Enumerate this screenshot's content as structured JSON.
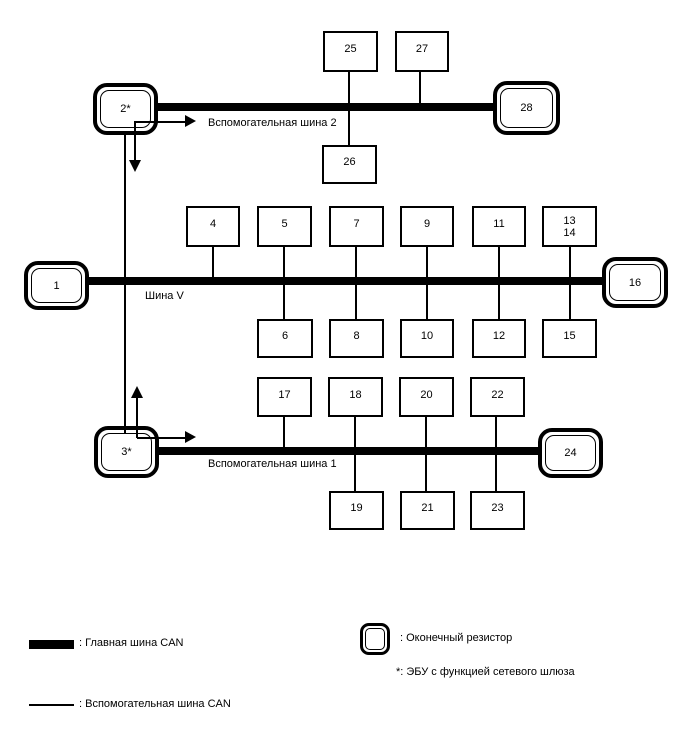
{
  "diagram": {
    "buses": {
      "aux2": "Вспомогательная шина 2",
      "main": "Шина V",
      "aux1": "Вспомогательная шина 1"
    },
    "terminators": {
      "t2": "2*",
      "t28": "28",
      "t1": "1",
      "t16": "16",
      "t3": "3*",
      "t24": "24"
    },
    "nodes": {
      "n25": "25",
      "n26": "26",
      "n27": "27",
      "n4": "4",
      "n5": "5",
      "n6": "6",
      "n7": "7",
      "n8": "8",
      "n9": "9",
      "n10": "10",
      "n11": "11",
      "n12": "12",
      "n13_14": "13\n14",
      "n15": "15",
      "n17": "17",
      "n18": "18",
      "n19": "19",
      "n20": "20",
      "n21": "21",
      "n22": "22",
      "n23": "23"
    }
  },
  "legend": {
    "main_bus": ": Главная шина CAN",
    "aux_bus": ": Вспомогательная шина CAN",
    "terminator": ": Оконечный резистор",
    "gateway_note": "*: ЭБУ с функцией сетевого шлюза"
  },
  "colors": {
    "line": "#000000",
    "background": "#ffffff"
  }
}
